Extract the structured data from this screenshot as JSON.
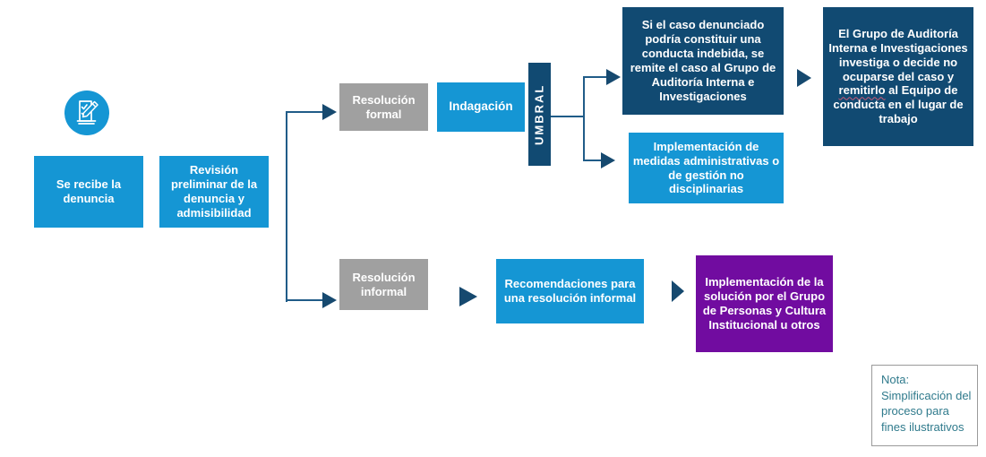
{
  "flowchart": {
    "icon": {
      "name": "checklist-pencil-icon"
    },
    "nodes": {
      "receive": "Se recibe la denuncia",
      "preliminary_review": "Revisión preliminar de la denuncia y admisibilidad",
      "formal_resolution": "Resolución formal",
      "inquiry": "Indagación",
      "threshold": "UMBRAL",
      "misconduct_referral": "Si el caso denunciado podría constituir una conducta indebida, se remite el caso al Grupo de Auditoría Interna e Investigaciones",
      "audit_outcome_pre": "El Grupo de Auditoría Interna e Investigaciones investiga o decide no ocuparse del caso y ",
      "audit_outcome_wavy_word": "remitirlo",
      "audit_outcome_post": " al Equipo de conducta en el lugar de trabajo",
      "admin_measures": "Implementación de medidas administrativas o de gestión no disciplinarias",
      "informal_resolution": "Resolución informal",
      "informal_recommendations": "Recomendaciones para una resolución informal",
      "solution_implementation": "Implementación de la solución por el Grupo de Personas y Cultura Institucional u otros"
    },
    "note": {
      "text": "Nota: Simplificación del proceso para fines ilustrativos"
    },
    "colors": {
      "light_blue": "#1596D4",
      "dark_navy": "#114A72",
      "gray": "#A0A0A0",
      "purple": "#710CA0",
      "connector_line": "#205C88",
      "arrowhead": "#16496F",
      "note_text": "#2F7A8C",
      "spellcheck_underline": "#CC5B77"
    }
  }
}
